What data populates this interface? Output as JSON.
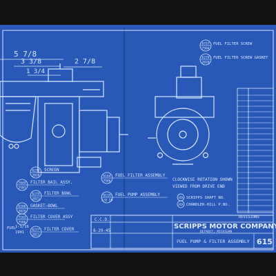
{
  "colors": {
    "blueprint": "#2a58b8",
    "blueprint_dark": "#1b3f8f",
    "line": "#dce9ff",
    "border": "#0a0a0a"
  },
  "dimensions": {
    "top_left": "5 7/8",
    "mid_left": "3 3/8",
    "mid_left_2": "1 3/4",
    "top_right": "2 7/8"
  },
  "left_callouts": [
    {
      "num": "6278",
      "sub": "2020",
      "label": "SCREEN"
    },
    {
      "num": "7049",
      "sub": "7507",
      "label": "FILTER BAIL ASSY."
    },
    {
      "num": "6279",
      "sub": "2021",
      "label": "FILTER BOWL"
    },
    {
      "num": "6286",
      "sub": "2029",
      "label": "GASKET—BOWL"
    },
    {
      "num": "7101",
      "sub": "7506",
      "label": "FILTER COVER ASSY"
    },
    {
      "num": "6277",
      "sub": "2021",
      "label": "FILTER COVER"
    }
  ],
  "left_small": {
    "a": "1-1/16",
    "b": "1901"
  },
  "left_edge_label": "FUEL",
  "center_callouts": [
    {
      "num": "6164",
      "sub": "7506",
      "label": "FUEL FILTER ASSEMBLY"
    },
    {
      "num": "6119",
      "sub": "3/8 25",
      "label": "FUEL PUMP ASSEMBLY"
    }
  ],
  "right_callouts": [
    {
      "num": "6757",
      "sub": "7504",
      "label": "FUEL FILTER SCREW"
    },
    {
      "num": "6278",
      "sub": "2020",
      "label": "FUEL FILTER SCREW GASKET"
    }
  ],
  "rotation_note": [
    "CLOCKWISE ROTATION SHOWN",
    "VIEWED FROM DRIVE END"
  ],
  "motor_notes": [
    {
      "label": "XXX",
      "text": "SCRIPPS SHAFT NO."
    },
    {
      "label": "XXX",
      "text": "CHANDLER-HILL P.NO."
    }
  ],
  "title_block": {
    "date": "8-29-45",
    "drawn_by": "C.C.D.",
    "company": "SCRIPPS MOTOR COMPANY",
    "city": "DETROIT, MICHIGAN",
    "title": "FUEL PUMP & FILTER ASSEMBLY",
    "revisions_label": "REVISIONS",
    "drawing_no": "615"
  }
}
